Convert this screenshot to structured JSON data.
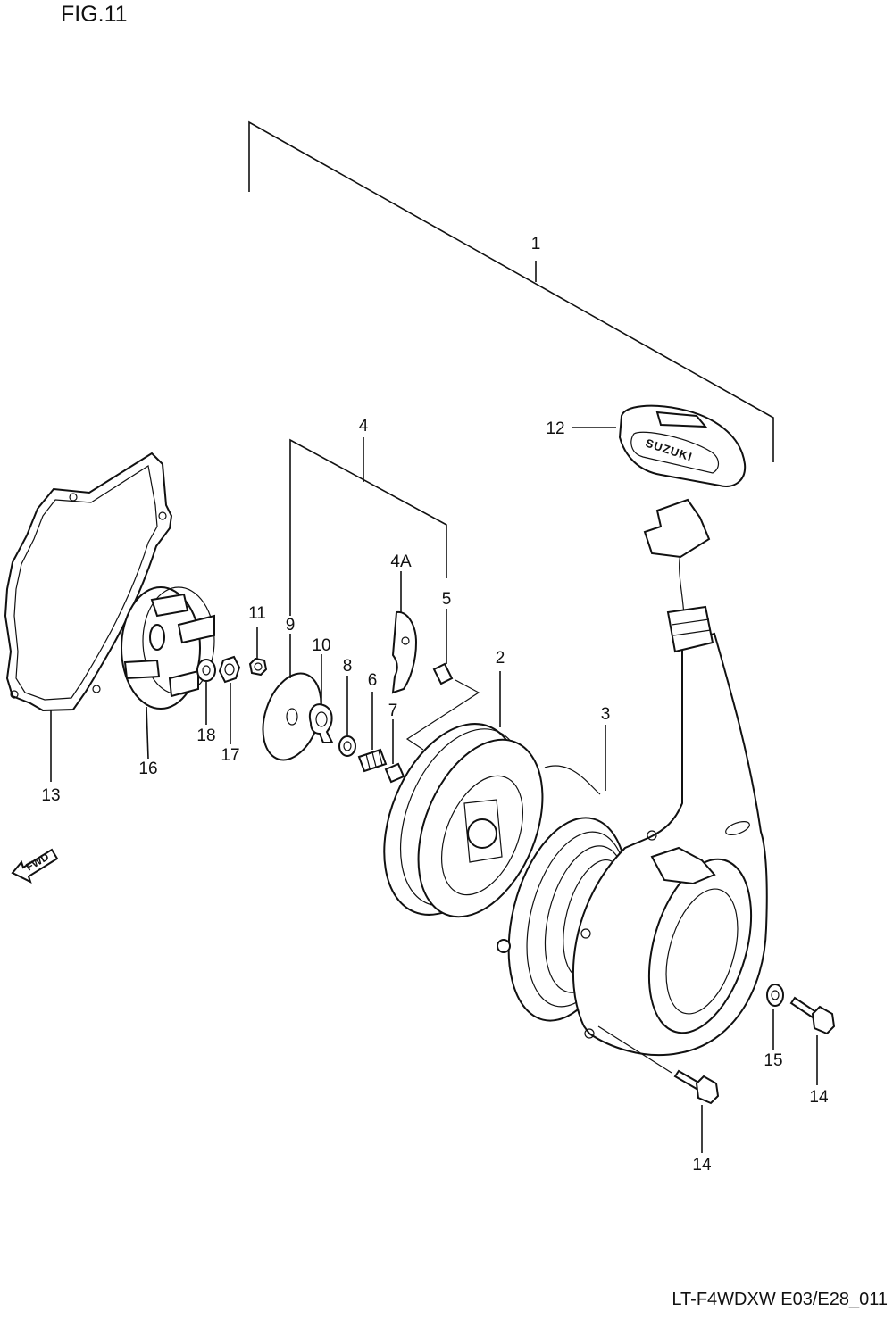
{
  "figure": {
    "title": "FIG.11",
    "code": "LT-F4WDXW E03/E28_011"
  },
  "callouts": {
    "p1": "1",
    "p2": "2",
    "p3": "3",
    "p4": "4",
    "p4a": "4A",
    "p5": "5",
    "p6": "6",
    "p7": "7",
    "p8": "8",
    "p9": "9",
    "p10": "10",
    "p11": "11",
    "p12": "12",
    "p13": "13",
    "p14a": "14",
    "p14b": "14",
    "p15": "15",
    "p16": "16",
    "p17": "17",
    "p18": "18"
  },
  "handle_brand": "SUZUKI",
  "fwd_marker": "FWD"
}
